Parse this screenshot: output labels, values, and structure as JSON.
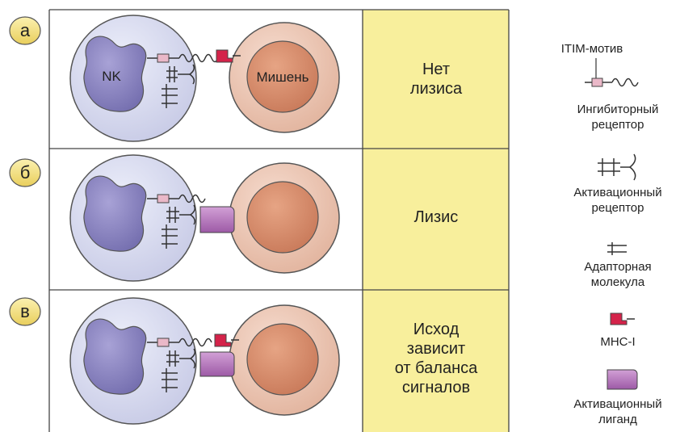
{
  "panels": [
    {
      "letter": "а",
      "target_label": "Мишень",
      "outcome_lines": [
        "Нет",
        "лизиса"
      ]
    },
    {
      "letter": "б",
      "target_label": "",
      "outcome_lines": [
        "Лизис"
      ]
    },
    {
      "letter": "в",
      "target_label": "",
      "outcome_lines": [
        "Исход",
        "зависит",
        "от баланса",
        "сигналов"
      ]
    }
  ],
  "nk_label": "NK",
  "legend": {
    "itim_label": "ITIM-мотив",
    "inhibitory_receptor": [
      "Ингибиторный",
      "рецептор"
    ],
    "activating_receptor": [
      "Активационный",
      "рецептор"
    ],
    "adapter_molecule": [
      "Адапторная",
      "молекула"
    ],
    "mhc": [
      "MHC-I"
    ],
    "activating_ligand": [
      "Активационный",
      "лиганд"
    ]
  },
  "colors": {
    "outcome_bg": "#f8ef9c",
    "nk_outer": "#d6d8ee",
    "nk_inner": "#8a84c0",
    "target_outer": "#ebc6b3",
    "target_inner": "#d4896a",
    "itim": "#eab8c8",
    "mhc": "#d4234a",
    "ligand": "#b77cbd",
    "letter_bg": "#f5e48a"
  }
}
